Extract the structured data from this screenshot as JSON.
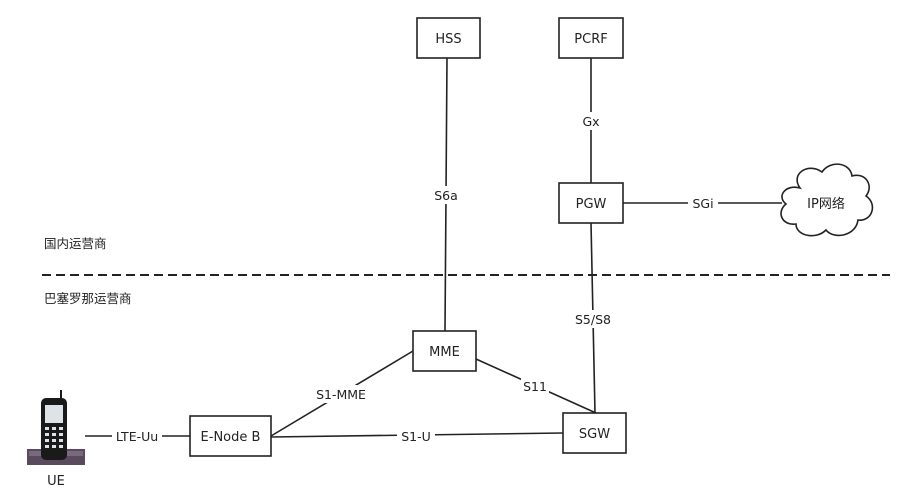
{
  "regions": {
    "domestic": "国内运营商",
    "visited": "巴塞罗那运营商"
  },
  "nodes": {
    "hss": "HSS",
    "pcrf": "PCRF",
    "pgw": "PGW",
    "ip_network": "IP网络",
    "mme": "MME",
    "enodeb": "E-Node B",
    "sgw": "SGW",
    "ue": "UE"
  },
  "interfaces": {
    "s6a": "S6a",
    "gx": "Gx",
    "sgi": "SGi",
    "s5s8": "S5/S8",
    "s1mme": "S1-MME",
    "s11": "S11",
    "s1u": "S1-U",
    "lteuu": "LTE-Uu"
  },
  "colors": {
    "stroke": "#222222",
    "phone_body": "#1a1a1a",
    "phone_base": "#5a4a5e"
  },
  "icons": {
    "ue": "mobile-phone-icon",
    "ip_network": "cloud-icon"
  }
}
